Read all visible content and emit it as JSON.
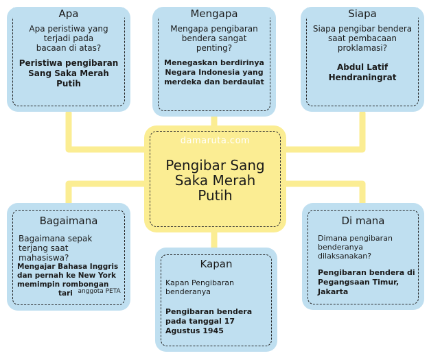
{
  "center": {
    "watermark": "damaruta.com",
    "title": [
      "Pengibar Sang",
      "Saka Merah",
      "Putih"
    ]
  },
  "colors": {
    "card_fill": "#bfdff0",
    "center_fill": "#fbed93",
    "connector": "#fbed93"
  },
  "nodes": {
    "apa": {
      "title": "Apa",
      "question": [
        "Apa peristiwa yang",
        "terjadi pada",
        "bacaan di atas?"
      ],
      "answer": [
        "Peristiwa pengibaran",
        "Sang Saka Merah",
        "Putih"
      ]
    },
    "mengapa": {
      "title": "Mengapa",
      "question": [
        "Mengapa pengibaran",
        "bendera sangat",
        "penting?"
      ],
      "answer": [
        "Menegaskan berdirinya",
        "Negara Indonesia yang",
        "merdeka dan berdaulat"
      ]
    },
    "siapa": {
      "title": "Siapa",
      "question": [
        "Siapa pengibar bendera",
        "saat pembacaan",
        "proklamasi?"
      ],
      "answer": [
        "Abdul Latif",
        "Hendraningrat"
      ]
    },
    "bagaimana": {
      "title": "Bagaimana",
      "question": [
        "Bagaimana sepak",
        "terjang saat",
        "mahasiswa?"
      ],
      "answer": [
        "Mengajar Bahasa Inggris",
        "dan pernah ke New York",
        "memimpin rombongan",
        "tari"
      ],
      "answer_note": "anggota PETA"
    },
    "kapan": {
      "title": "Kapan",
      "question": [
        "Kapan Pengibaran",
        "benderanya"
      ],
      "answer": [
        "Pengibaran bendera",
        "pada tanggal 17",
        "Agustus 1945"
      ]
    },
    "dimana": {
      "title": "Di mana",
      "question": [
        "Dimana pengibaran",
        "benderanya",
        "dilaksanakan?"
      ],
      "answer": [
        "Pengibaran bendera di",
        "Pegangsaan Timur,",
        "Jakarta"
      ]
    }
  }
}
